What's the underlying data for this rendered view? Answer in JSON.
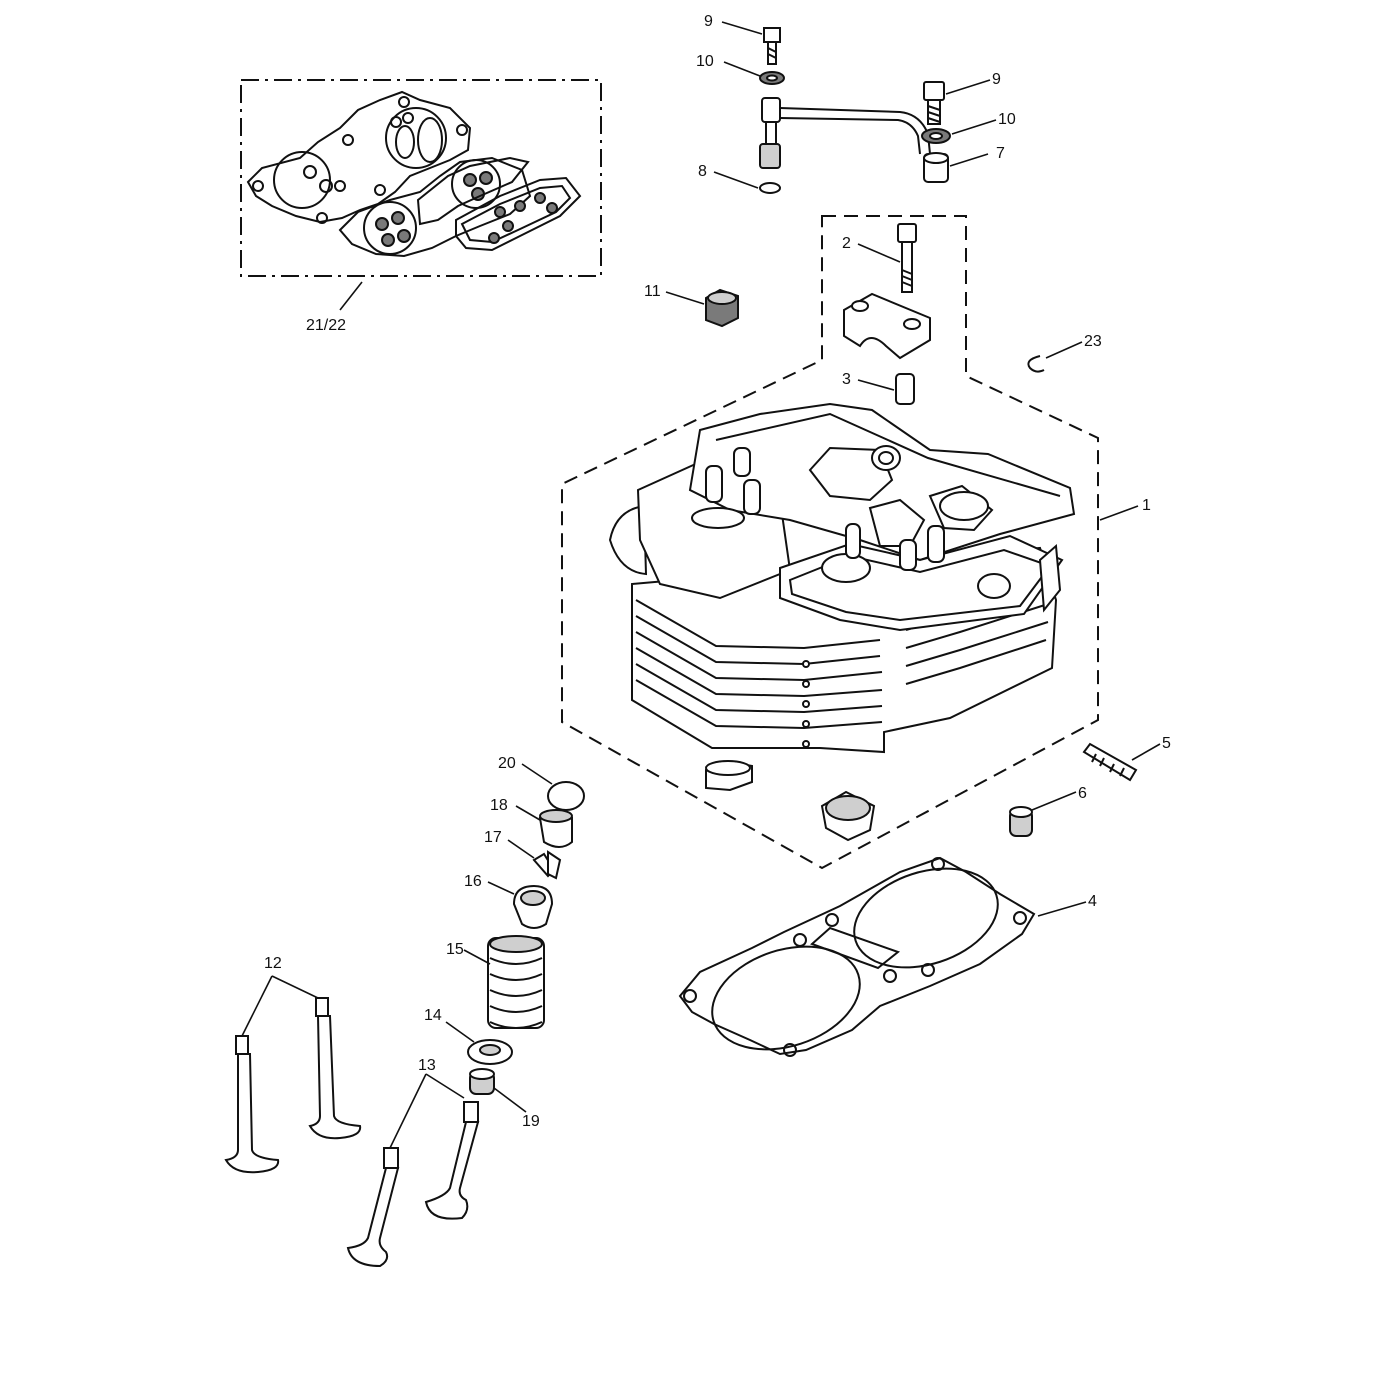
{
  "callouts": [
    {
      "id": "c9a",
      "text": "9"
    },
    {
      "id": "c10a",
      "text": "10"
    },
    {
      "id": "c9b",
      "text": "9"
    },
    {
      "id": "c10b",
      "text": "10"
    },
    {
      "id": "c7",
      "text": "7"
    },
    {
      "id": "c8",
      "text": "8"
    },
    {
      "id": "c2",
      "text": "2"
    },
    {
      "id": "c11",
      "text": "11"
    },
    {
      "id": "c23",
      "text": "23"
    },
    {
      "id": "c3",
      "text": "3"
    },
    {
      "id": "c1",
      "text": "1"
    },
    {
      "id": "c5",
      "text": "5"
    },
    {
      "id": "c20",
      "text": "20"
    },
    {
      "id": "c6",
      "text": "6"
    },
    {
      "id": "c18",
      "text": "18"
    },
    {
      "id": "c17",
      "text": "17"
    },
    {
      "id": "c16",
      "text": "16"
    },
    {
      "id": "c4",
      "text": "4"
    },
    {
      "id": "c15",
      "text": "15"
    },
    {
      "id": "c12",
      "text": "12"
    },
    {
      "id": "c14",
      "text": "14"
    },
    {
      "id": "c13",
      "text": "13"
    },
    {
      "id": "c19",
      "text": "19"
    },
    {
      "id": "c21_22",
      "text": "21/22"
    }
  ]
}
